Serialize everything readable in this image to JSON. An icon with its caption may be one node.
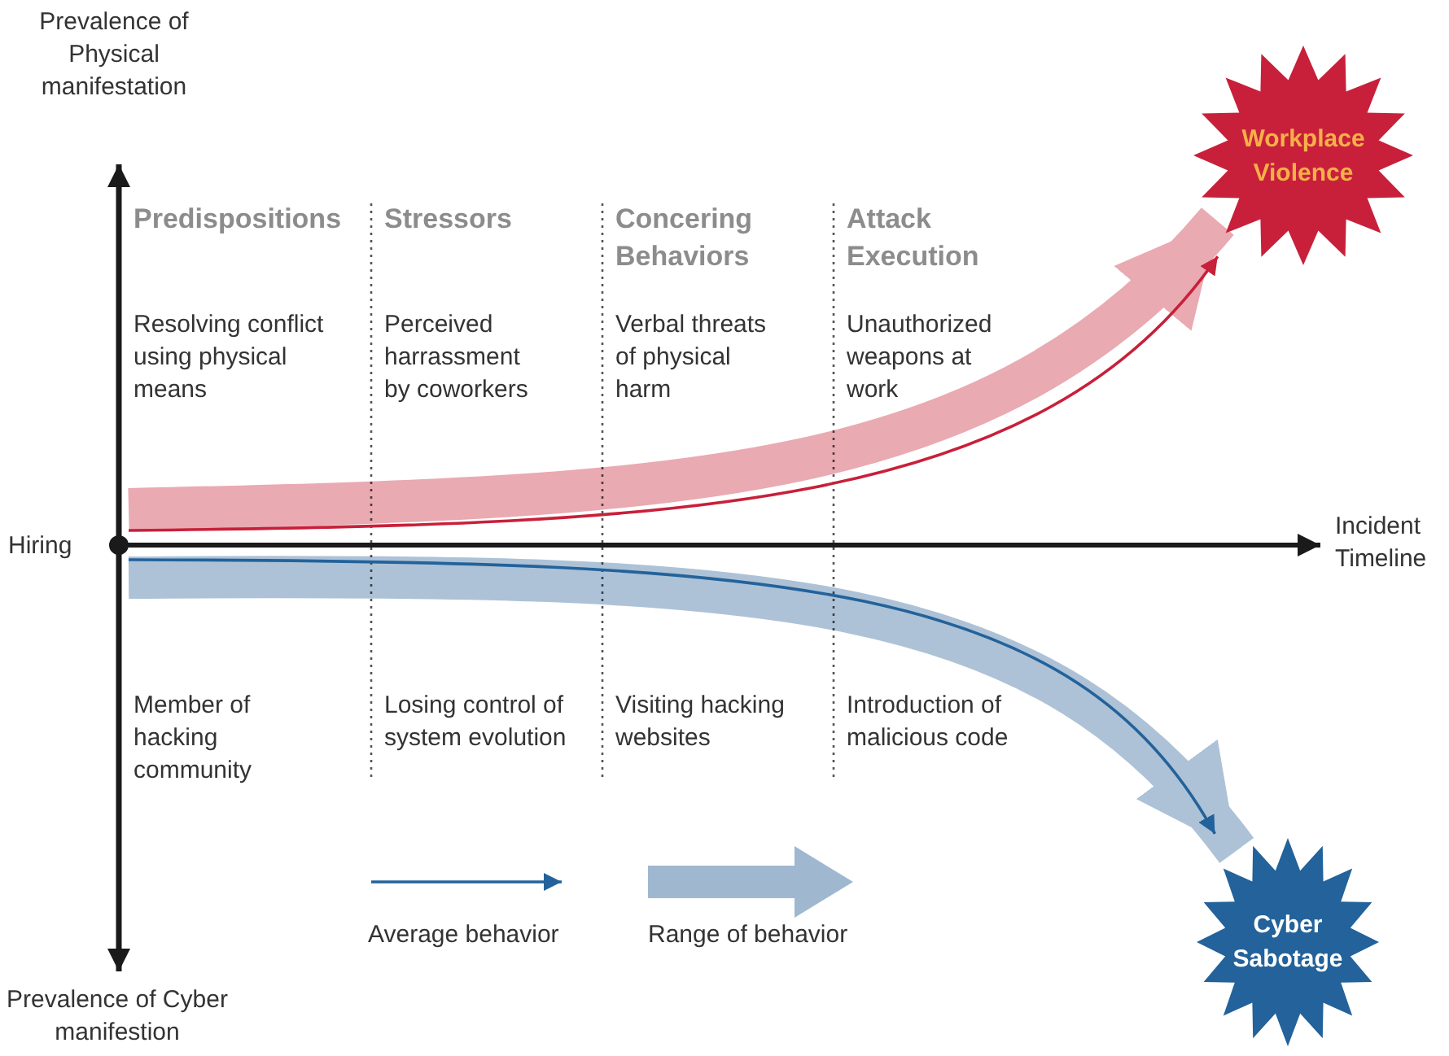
{
  "diagram": {
    "nodes": [
      {
        "text": [],
        "shape": "circle",
        "beside": [
          "Hiring"
        ]
      },
      {
        "text": [
          "Workplace Violence"
        ]
      },
      {
        "text": [
          "Cyber Sabotage"
        ]
      }
    ],
    "edges": [
      {
        "from": 0,
        "to": 1,
        "arrow": "to",
        "style": "thick",
        "color": "#e59ba5"
      },
      {
        "from": 0,
        "to": 1,
        "arrow": "to",
        "color": "#c8203a"
      },
      {
        "from": 0,
        "to": 2,
        "arrow": "to",
        "style": "thick",
        "color": "#9fb8d0"
      },
      {
        "from": 0,
        "to": 2,
        "arrow": "to",
        "color": "#23629a"
      }
    ],
    "labels": [
      "Prevalence of Physical manifestation",
      "Incident Timeline",
      "Prevalence of Cyber manifestion",
      "Predispositions",
      "Stressors",
      "Concering Behaviors",
      "Attack Execution",
      "Resolving conflict using physical means",
      "Perceived harrassment by coworkers",
      "Verbal threats of physical harm",
      "Unauthorized weapons at work",
      "Member of hacking community",
      "Losing control of system evolution",
      "Visiting hacking websites",
      "Introduction of malicious code"
    ],
    "legend": [
      {
        "text": "Average behavior"
      },
      {
        "text": "Range of behavior"
      }
    ]
  }
}
